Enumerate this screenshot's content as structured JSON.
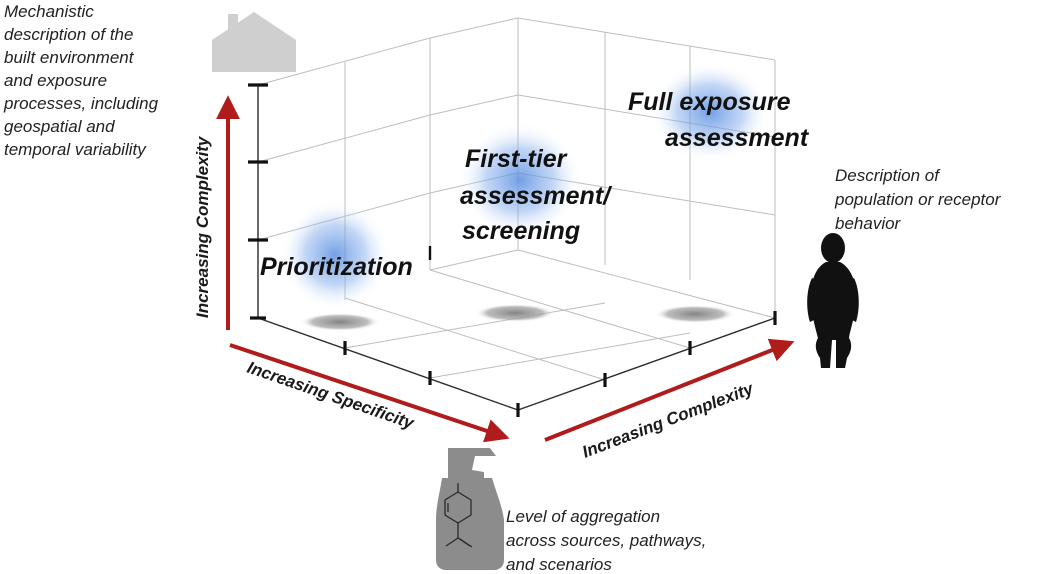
{
  "labels": {
    "building_description": [
      "Mechanistic",
      "description of the",
      "built environment",
      "and exposure",
      "processes, including",
      "geospatial and",
      "temporal variability"
    ],
    "population_description": [
      "Description of",
      "population or receptor",
      "behavior"
    ],
    "aggregation_description": [
      "Level of aggregation",
      "across sources, pathways,",
      "and scenarios"
    ]
  },
  "axes": {
    "vertical": "Increasing Complexity",
    "left_depth": "Increasing Specificity",
    "right_depth": "Increasing Complexity"
  },
  "stages": {
    "prioritization": [
      "Prioritization"
    ],
    "first_tier": [
      "First-tier",
      "assessment/",
      "screening"
    ],
    "full_assessment": [
      "Full exposure",
      "assessment"
    ]
  },
  "colors": {
    "arrow": "#b01c1c",
    "blob": "#5b8fe0",
    "shadow": "#8a8a8a",
    "icon_gray": "#cfcfcf",
    "silhouette": "#111111",
    "spray_bottle": "#8c8c8c"
  },
  "icons": {
    "top_left": "house-icon",
    "right": "person-silhouette-icon",
    "bottom": "spray-bottle-icon"
  }
}
